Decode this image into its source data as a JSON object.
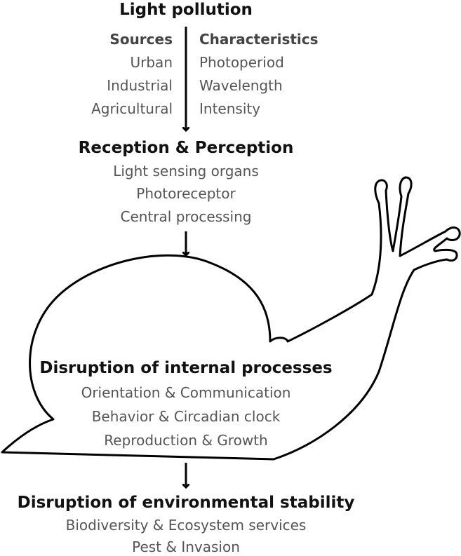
{
  "title": "Light pollution",
  "sources": {
    "heading": "Sources",
    "items": [
      "Urban",
      "Industrial",
      "Agricultural"
    ]
  },
  "characteristics": {
    "heading": "Characteristics",
    "items": [
      "Photoperiod",
      "Wavelength",
      "Intensity"
    ]
  },
  "reception": {
    "heading": "Reception & Perception",
    "items": [
      "Light sensing organs",
      "Photoreceptor",
      "Central processing"
    ]
  },
  "internal": {
    "heading": "Disruption of internal processes",
    "items": [
      "Orientation & Communication",
      "Behavior & Circadian clock",
      "Reproduction & Growth"
    ]
  },
  "environmental": {
    "heading": "Disruption of environmental stability",
    "items": [
      "Biodiversity & Ecosystem services",
      "Pest & Invasion"
    ]
  },
  "colors": {
    "heading": "#111111",
    "subheading": "#444444",
    "item": "#555555",
    "outline": "#000000",
    "background": "#ffffff"
  },
  "decoration": "snail-outline"
}
